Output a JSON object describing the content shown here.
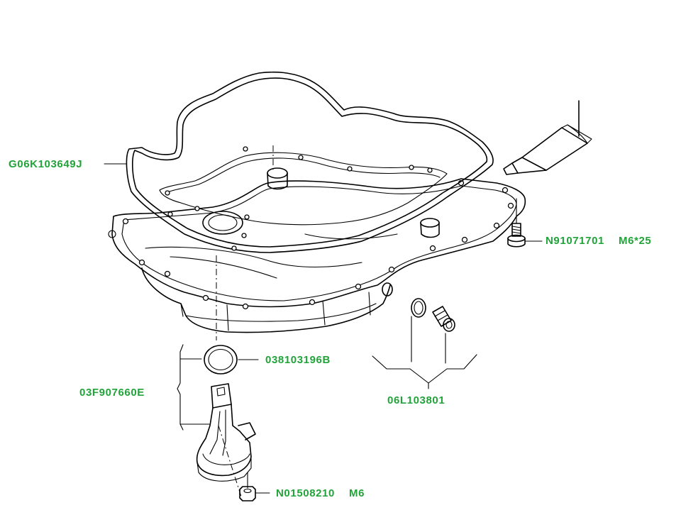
{
  "parts": {
    "pan_gasket": {
      "number": "G06K103649J"
    },
    "bolt": {
      "number": "N91071701",
      "spec": "M6*25"
    },
    "seal_ring": {
      "number": "038103196B"
    },
    "oil_level_sensor": {
      "number": "03F907660E"
    },
    "drain_plug_set": {
      "number": "06L103801"
    },
    "sensor_nut": {
      "number": "N01508210",
      "spec": "M6"
    }
  },
  "colors": {
    "label": "#22a33a",
    "line": "#000000",
    "background": "#ffffff"
  }
}
